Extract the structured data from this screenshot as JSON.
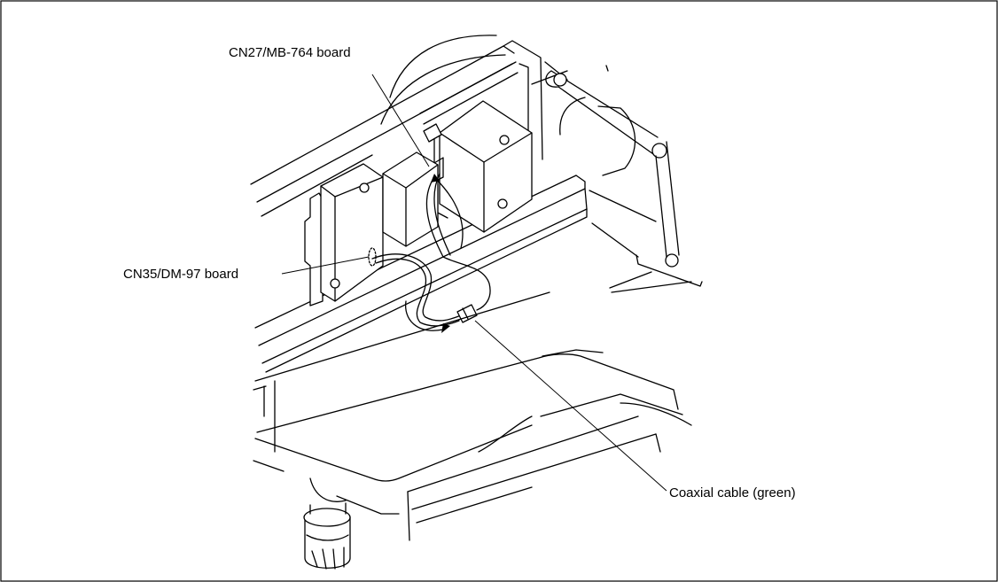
{
  "diagram": {
    "labels": {
      "cn27": "CN27/MB-764 board",
      "cn35": "CN35/DM-97 board",
      "coax": "Coaxial cable (green)"
    }
  }
}
